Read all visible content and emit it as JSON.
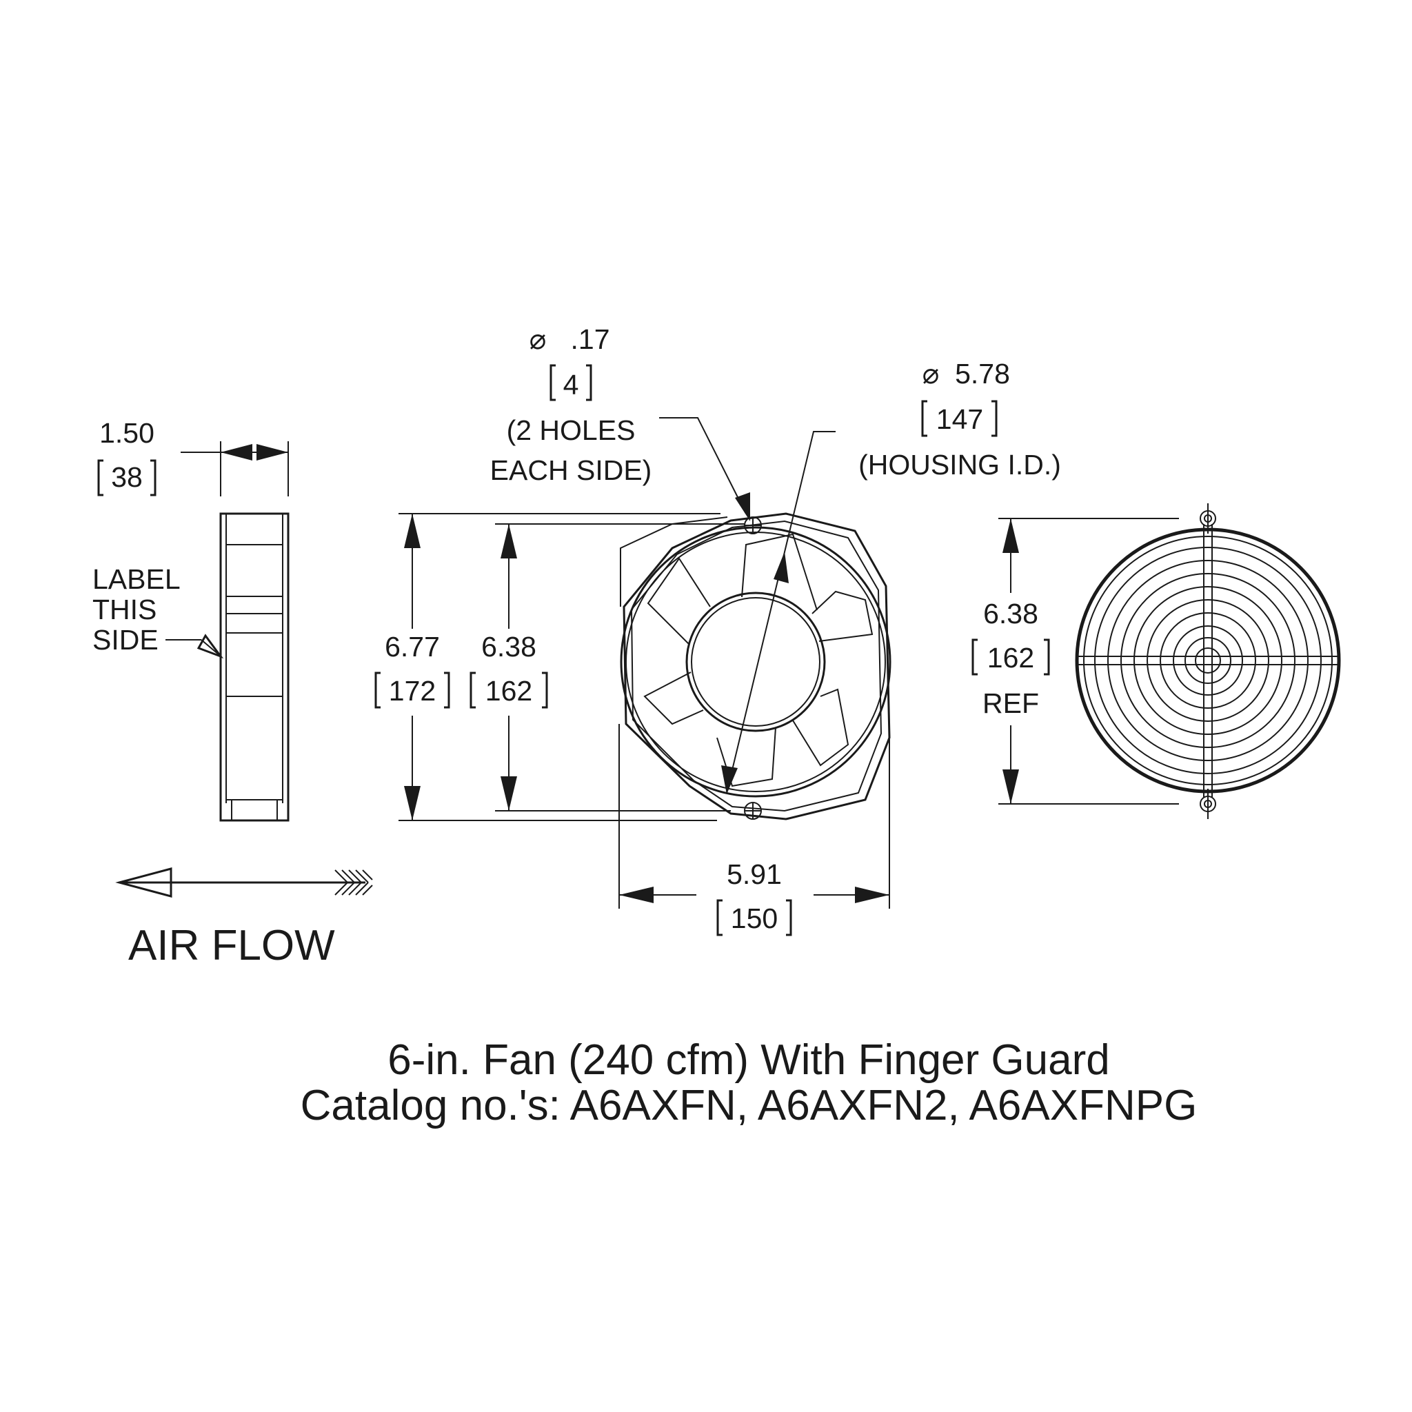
{
  "side_view": {
    "width_in": "1.50",
    "width_mm": "38",
    "label_lines": [
      "LABEL",
      "THIS",
      "SIDE"
    ]
  },
  "front_view": {
    "hole_dia_prefix": "⌀",
    "hole_dia_in": ".17",
    "hole_dia_mm": "4",
    "hole_note_lines": [
      "(2 HOLES",
      "EACH SIDE)"
    ],
    "housing_dia_prefix": "⌀",
    "housing_dia_in": "5.78",
    "housing_dia_mm": "147",
    "housing_note": "(HOUSING I.D.)",
    "overall_height_in": "6.77",
    "overall_height_mm": "172",
    "hole_spacing_in": "6.38",
    "hole_spacing_mm": "162",
    "width_in": "5.91",
    "width_mm": "150"
  },
  "guard_view": {
    "height_in": "6.38",
    "height_mm": "162",
    "ref_note": "REF"
  },
  "airflow_label": "AIR FLOW",
  "caption": {
    "line1": "6-in. Fan (240 cfm) With Finger Guard",
    "line2": "Catalog no.'s: A6AXFN, A6AXFN2, A6AXFNPG"
  }
}
